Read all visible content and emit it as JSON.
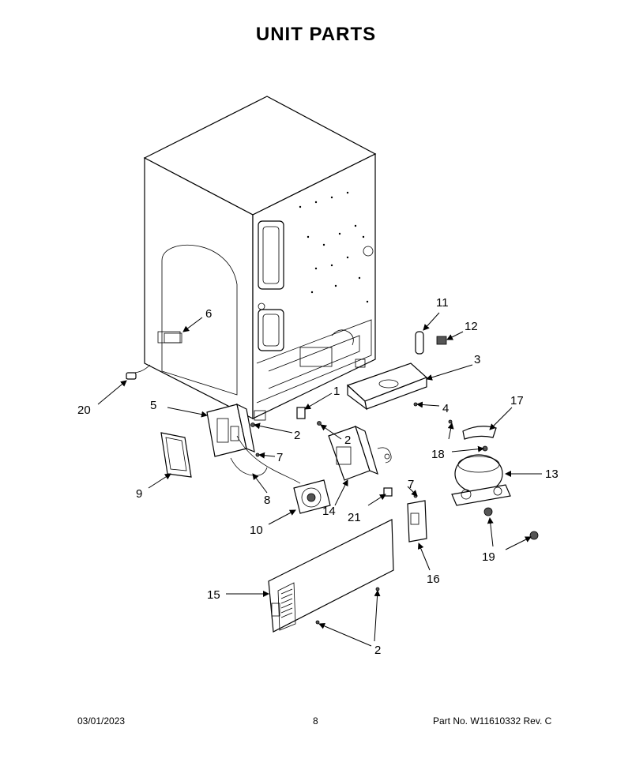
{
  "page": {
    "title": "UNIT  PARTS"
  },
  "footer": {
    "date": "03/01/2023",
    "page_number": "8",
    "part_number": "Part No.  W11610332  Rev.  C"
  },
  "callouts": {
    "c1": "1",
    "c2a": "2",
    "c2b": "2",
    "c2c": "2",
    "c3": "3",
    "c4": "4",
    "c5": "5",
    "c6": "6",
    "c7a": "7",
    "c7b": "7",
    "c8": "8",
    "c9": "9",
    "c10": "10",
    "c11": "11",
    "c12": "12",
    "c13": "13",
    "c14": "14",
    "c15": "15",
    "c16": "16",
    "c17": "17",
    "c18": "18",
    "c19": "19",
    "c20": "20",
    "c21": "21"
  }
}
